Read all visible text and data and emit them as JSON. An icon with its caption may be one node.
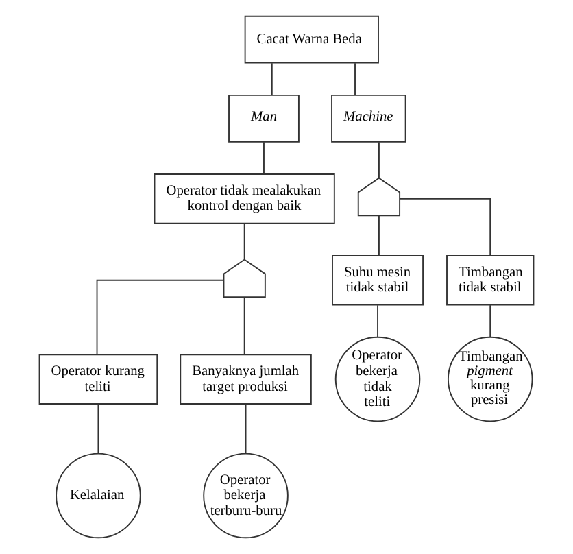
{
  "diagram": {
    "nodes": [
      {
        "text": [
          "Cacat Warna Beda"
        ]
      },
      {
        "text": [
          "Man"
        ]
      },
      {
        "text": [
          "Machine"
        ]
      },
      {
        "text": [
          "Operator tidak mealakukan kontrol dengan baik"
        ]
      },
      {
        "text": [],
        "shape": "gate"
      },
      {
        "text": [
          "Operator kurang teliti"
        ]
      },
      {
        "text": [
          "Banyaknya jumlah target produksi"
        ]
      },
      {
        "text": [
          "Kelalaian"
        ]
      },
      {
        "text": [
          "Operator bekerja terburu-buru"
        ]
      },
      {
        "text": [],
        "shape": "gate"
      },
      {
        "text": [
          "Suhu mesin tidak stabil"
        ]
      },
      {
        "text": [
          "Timbangan tidak stabil"
        ]
      },
      {
        "text": [
          "Operator bekerja tidak teliti"
        ]
      },
      {
        "text": [
          "Timbangan *pigment* kurang presisi"
        ]
      }
    ],
    "edges": [
      {
        "from": 0,
        "to": 1,
        "arrow": "none"
      },
      {
        "from": 0,
        "to": 2,
        "arrow": "none"
      },
      {
        "from": 1,
        "to": 3,
        "arrow": "none"
      },
      {
        "from": 3,
        "to": 4,
        "arrow": "none"
      },
      {
        "from": 4,
        "to": 5,
        "arrow": "none"
      },
      {
        "from": 4,
        "to": 6,
        "arrow": "none"
      },
      {
        "from": 5,
        "to": 7,
        "arrow": "none"
      },
      {
        "from": 6,
        "to": 8,
        "arrow": "none"
      },
      {
        "from": 2,
        "to": 9,
        "arrow": "none"
      },
      {
        "from": 9,
        "to": 10,
        "arrow": "none"
      },
      {
        "from": 9,
        "to": 11,
        "arrow": "none"
      },
      {
        "from": 10,
        "to": 12,
        "arrow": "none"
      },
      {
        "from": 11,
        "to": 13,
        "arrow": "none"
      }
    ]
  }
}
